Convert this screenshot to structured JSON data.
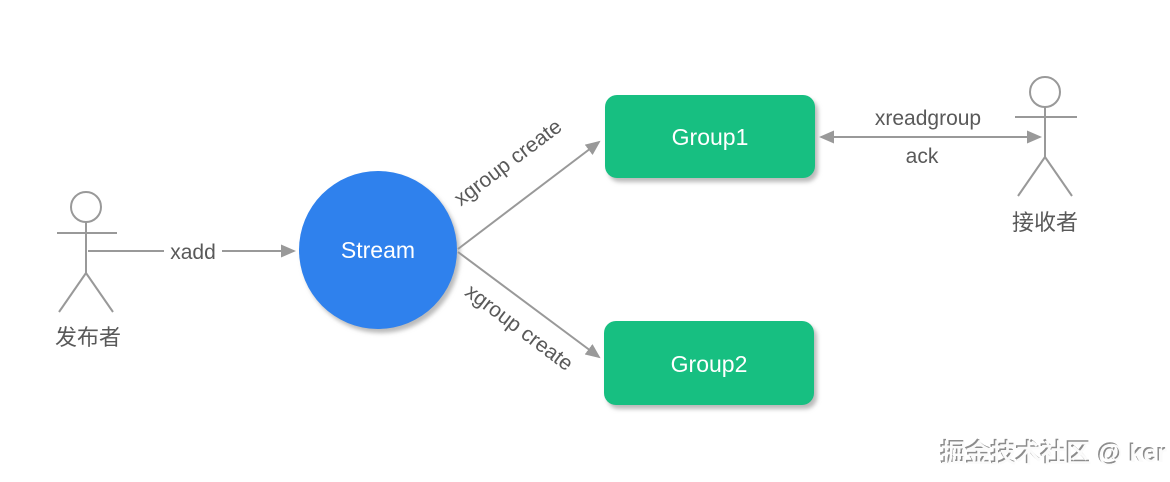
{
  "diagram": {
    "title_hint": "Redis Stream consumer-group flow diagram",
    "actors": {
      "publisher": {
        "label": "发布者"
      },
      "receiver": {
        "label": "接收者"
      }
    },
    "nodes": {
      "stream": {
        "label": "Stream",
        "shape": "circle",
        "fill": "#2F81ED",
        "text_color": "#FFFFFF"
      },
      "group1": {
        "label": "Group1",
        "shape": "rounded-rect",
        "fill": "#17BF81",
        "text_color": "#FFFFFF"
      },
      "group2": {
        "label": "Group2",
        "shape": "rounded-rect",
        "fill": "#17BF81",
        "text_color": "#FFFFFF"
      }
    },
    "edges": {
      "xadd": {
        "label": "xadd",
        "from": "publisher",
        "to": "stream",
        "direction": "one-way"
      },
      "xgroup_create_top": {
        "label": "xgroup create",
        "from": "stream",
        "to": "group1",
        "direction": "one-way"
      },
      "xgroup_create_bottom": {
        "label": "xgroup create",
        "from": "stream",
        "to": "group2",
        "direction": "one-way"
      },
      "xreadgroup_ack": {
        "label_top": "xreadgroup",
        "label_bottom": "ack",
        "from": "group1",
        "to": "receiver",
        "direction": "two-way"
      }
    },
    "watermark": "掘金技术社区 @ ker",
    "colors": {
      "background": "#FFFFFF",
      "line": "#999999",
      "label_text": "#595959",
      "stream_fill": "#2F81ED",
      "group_fill": "#17BF81"
    }
  }
}
